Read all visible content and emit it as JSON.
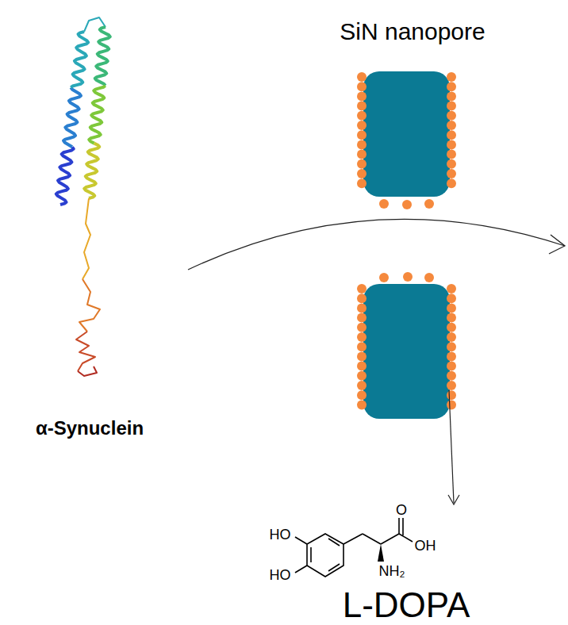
{
  "diagram": {
    "labels": [
      "SiN nanopore",
      "α-Synuclein",
      "L-DOPA",
      "HO",
      "HO",
      "O",
      "OH",
      "NH₂"
    ]
  }
}
